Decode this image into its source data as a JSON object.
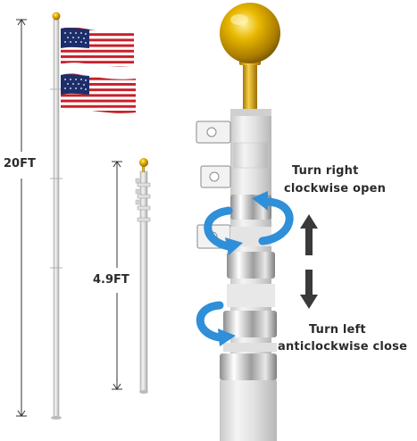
{
  "labels": {
    "height_full": "20FT",
    "height_collapsed": "4.9FT",
    "turn_right_line1": "Turn right",
    "turn_right_line2": "clockwise open",
    "turn_left_line1": "Turn left",
    "turn_left_line2": "anticlockwise close"
  },
  "icons": {
    "flag": "us-flag-icon",
    "finial": "gold-ball-icon",
    "rotate": "rotate-arrow-icon",
    "up": "arrow-up-icon",
    "down": "arrow-down-icon"
  },
  "colors": {
    "text": "#2b2b2b",
    "arrow_blue": "#2f8fd8",
    "arrow_dark": "#3a3a3a",
    "gold": "#d8a400",
    "pole_silver": "#d5d5d5",
    "flag_red": "#c8202a",
    "flag_blue": "#1d2f6b"
  }
}
